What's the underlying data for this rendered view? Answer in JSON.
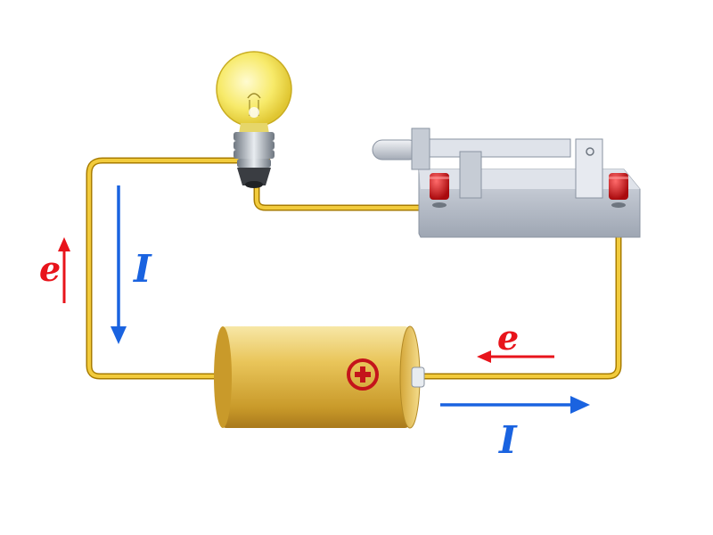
{
  "labels": {
    "electron_left": "e",
    "current_left": "I",
    "electron_bottom": "e",
    "current_bottom": "I",
    "battery_plus": "+"
  },
  "colors": {
    "electron": "#e8141b",
    "current": "#1a63e0",
    "wire": "#e0b000",
    "battery": "#e9c55a",
    "switch_base": "#b8c0cd",
    "terminal": "#d10f14"
  },
  "icons": {
    "bulb": "light-bulb-icon",
    "switch": "knife-switch-icon",
    "battery": "battery-icon"
  }
}
